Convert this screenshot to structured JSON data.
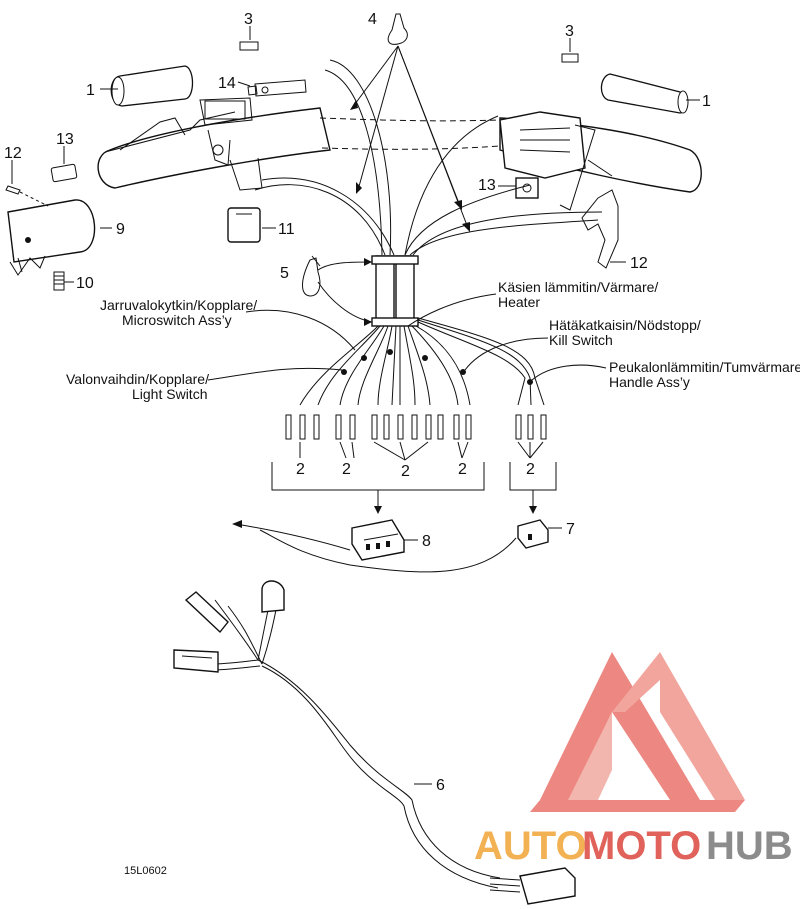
{
  "parts": {
    "p1": "1",
    "p2": "2",
    "p3": "3",
    "p4": "4",
    "p5": "5",
    "p6": "6",
    "p7": "7",
    "p8": "8",
    "p9": "9",
    "p10": "10",
    "p11": "11",
    "p12": "12",
    "p13": "13",
    "p14": "14"
  },
  "labels": {
    "brake_l1": "Jarruvalokytkin/Kopplare/",
    "brake_l2": "Microswitch Ass’y",
    "light_l1": "Valonvaihdin/Kopplare/",
    "light_l2": "Light Switch",
    "heater_l1": "Käsien lämmitin/Värmare/",
    "heater_l2": "Heater",
    "kill_l1": "Hätäkatkaisin/Nödstopp/",
    "kill_l2": "Kill Switch",
    "thumb_l1": "Peukalonlämmitin/Tumvärmare/",
    "thumb_l2": "Handle Ass’y"
  },
  "ref_code": "15L0602",
  "watermark": {
    "part1": "AUTO",
    "part2": "MOTO",
    "part3": "HUB"
  },
  "colors": {
    "watermark_red": "#e0625b",
    "watermark_orange": "#f2b254",
    "watermark_gray": "#8c8c8c",
    "line": "#111111"
  }
}
